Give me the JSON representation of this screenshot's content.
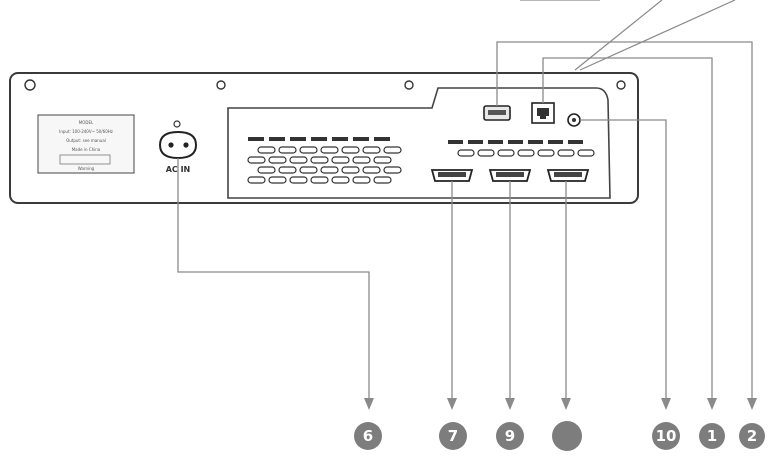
{
  "callouts": [
    {
      "id": "c6",
      "label": "6"
    },
    {
      "id": "c7",
      "label": "7"
    },
    {
      "id": "c9",
      "label": "9"
    },
    {
      "id": "c8",
      "label": ""
    },
    {
      "id": "c10",
      "label": "10"
    },
    {
      "id": "c1",
      "label": "1"
    },
    {
      "id": "c2",
      "label": "2"
    }
  ],
  "device": {
    "ac_label": "AC IN",
    "rating_label": {
      "lines": [
        "MODEL",
        "Input: 100-240V~ 50/60Hz",
        "Output: see manual",
        "Made in China"
      ],
      "footer": "Warning"
    }
  },
  "colors": {
    "callout_fill": "#7d7d7d",
    "line": "#8a8a8a",
    "outline": "#3a3a3a"
  }
}
